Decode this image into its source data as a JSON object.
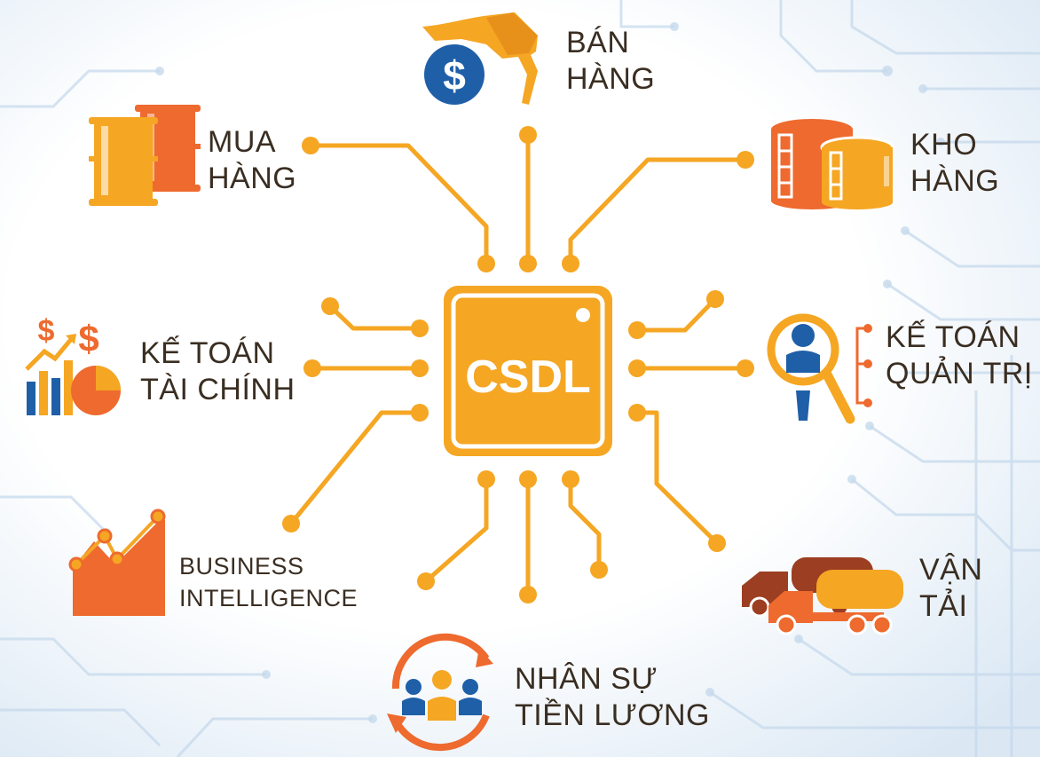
{
  "center": {
    "label": "CSDL"
  },
  "modules": {
    "ban_hang": [
      "BÁN",
      "HÀNG"
    ],
    "mua_hang": [
      "MUA",
      "HÀNG"
    ],
    "kho_hang": [
      "KHO",
      "HÀNG"
    ],
    "ke_toan_tai_chinh": [
      "KẾ TOÁN",
      "TÀI CHÍNH"
    ],
    "ke_toan_quan_tri": [
      "KẾ TOÁN",
      "QUẢN TRỊ"
    ],
    "business_intelligence": [
      "BUSINESS",
      "INTELLIGENCE"
    ],
    "van_tai": [
      "VẬN",
      "TẢI"
    ],
    "nhan_su_tien_luong": [
      "NHÂN SỰ",
      "TIỀN LƯƠNG"
    ]
  },
  "colors": {
    "accent": "#F5A623",
    "accent_dark": "#E8911A",
    "orange_red": "#EE6A2E",
    "blue": "#1F5FA8",
    "brown": "#9C3E22",
    "text": "#3A2E22",
    "circuit_bg": "#C9DDEE"
  },
  "icons": {
    "ban_hang": "fuel-nozzle-dollar-icon",
    "mua_hang": "oil-barrels-icon",
    "kho_hang": "storage-tanks-icon",
    "ke_toan_tai_chinh": "finance-chart-icon",
    "ke_toan_quan_tri": "magnifier-person-icon",
    "business_intelligence": "growth-chart-icon",
    "van_tai": "tanker-trucks-icon",
    "nhan_su_tien_luong": "people-cycle-icon"
  }
}
